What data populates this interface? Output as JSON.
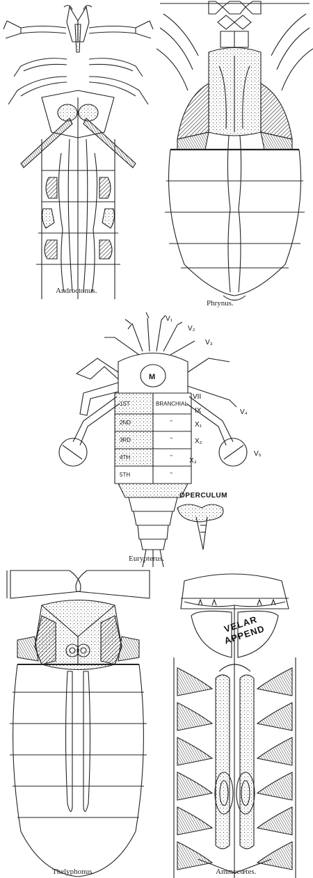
{
  "captions": {
    "androctonus": "Androctonus.",
    "phrynus": "Phrynus.",
    "eurypterus": "Eurypterus.",
    "thelyphonus": "Thelyphonus.",
    "ammocoetes": "Ammocœtes."
  },
  "eurypterus_labels": {
    "v1": "V₁",
    "v2": "V₂",
    "v3": "V₃",
    "v4": "V₄",
    "v5": "V₅",
    "m": "M",
    "vii": "VII",
    "ix": "IX",
    "x1": "X₁",
    "x2": "X₂",
    "x3": "X₃",
    "branchial": "BRANCHIAL",
    "seg1": "1ST",
    "seg2": "2ND",
    "seg3": "3RD",
    "seg4": "4TH",
    "seg5": "5TH",
    "ditto1": "\"",
    "ditto2": "\"",
    "ditto3": "\"",
    "ditto4": "\"",
    "operculum": "OPERCULUM"
  },
  "ammocoetes_labels": {
    "velar": "VELAR",
    "append": "APPEND"
  }
}
